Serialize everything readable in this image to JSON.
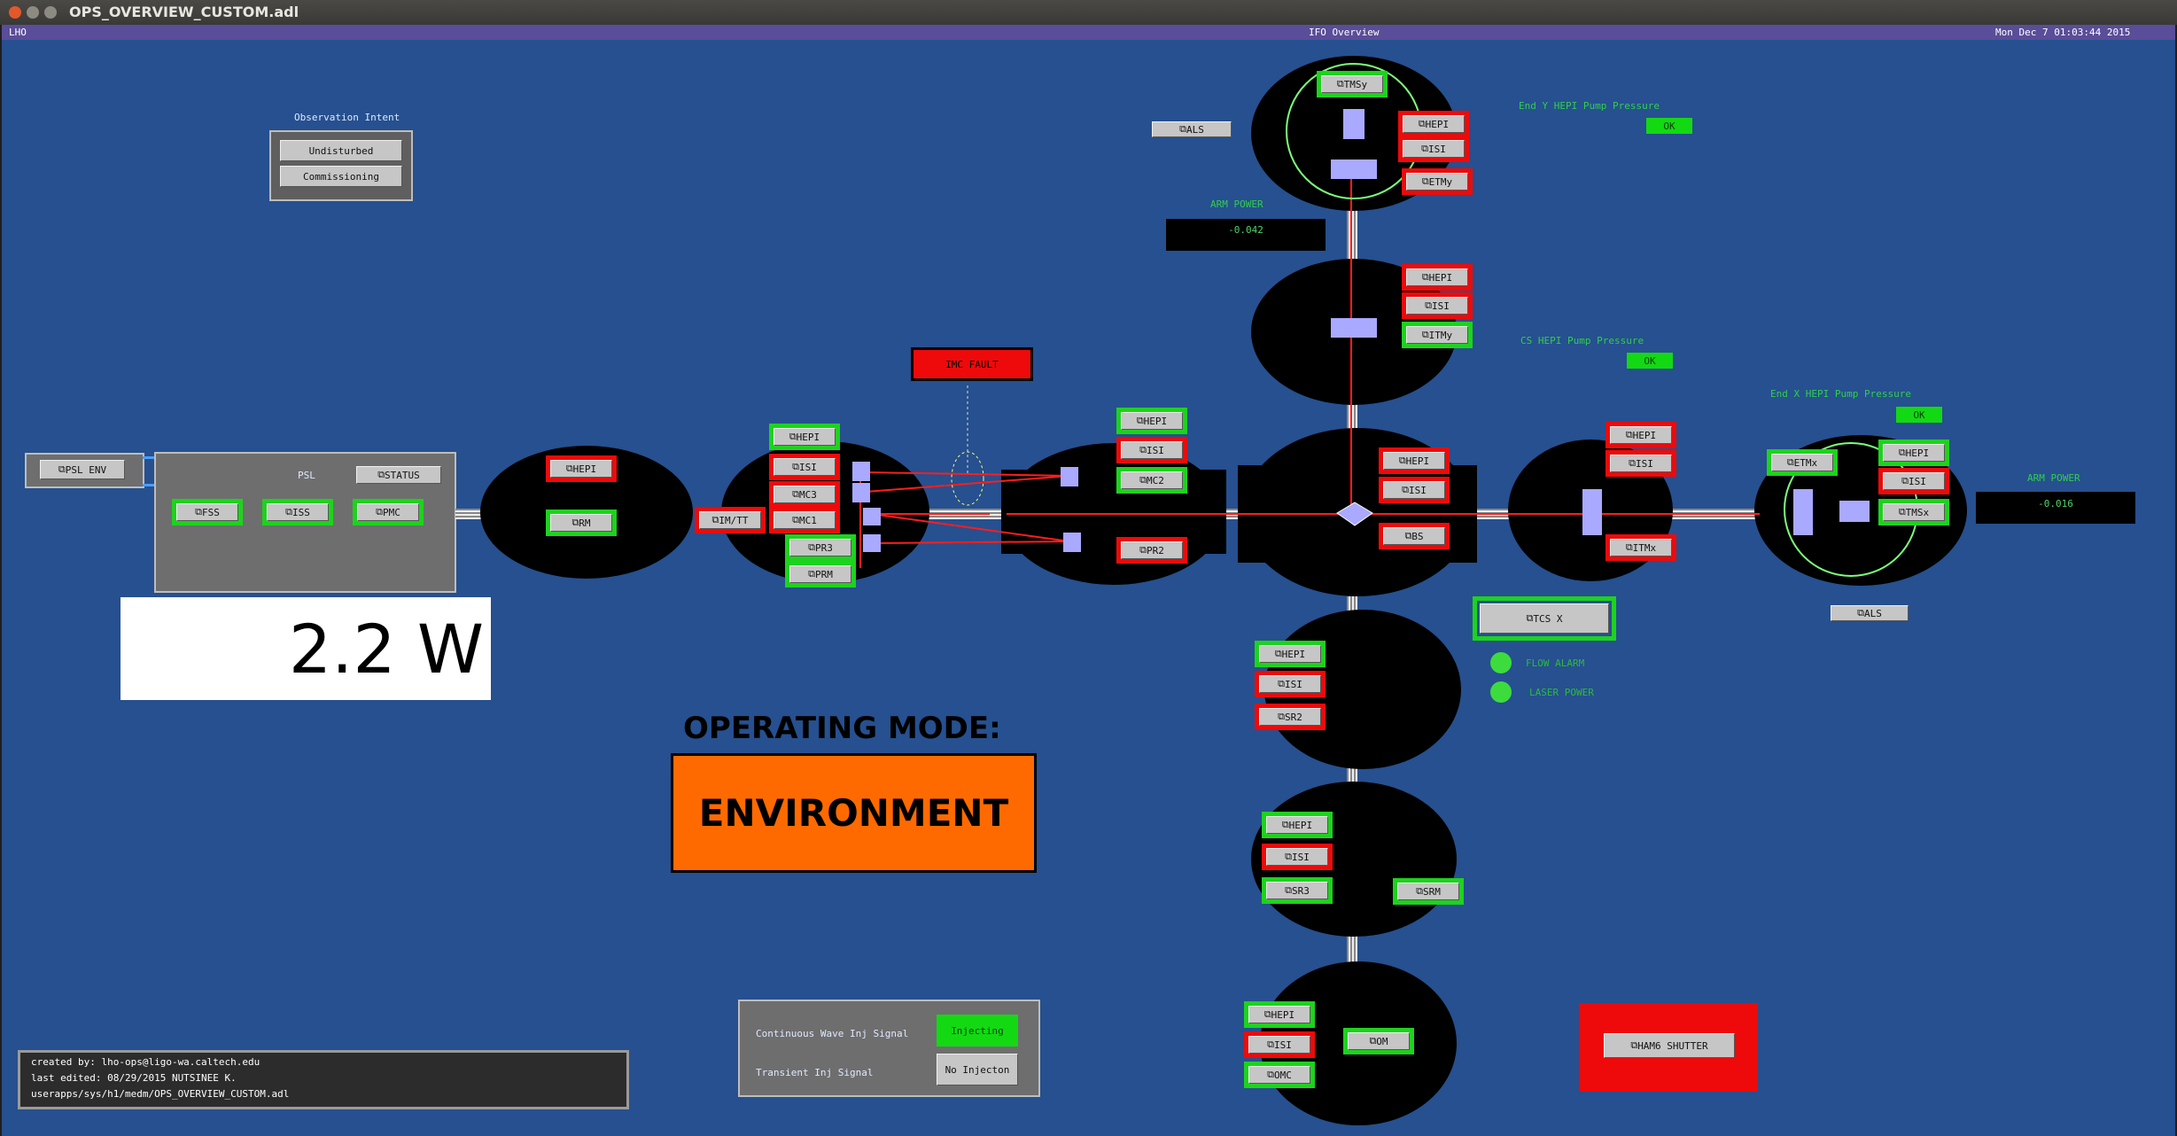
{
  "window": {
    "title": "OPS_OVERVIEW_CUSTOM.adl"
  },
  "header": {
    "site": "LHO",
    "screen_title": "IFO Overview",
    "timestamp": "Mon Dec  7 01:03:44 2015"
  },
  "observation": {
    "title": "Observation Intent",
    "undisturbed": "Undisturbed",
    "commissioning": "Commissioning"
  },
  "power_display": "2.2 W",
  "operating_mode": {
    "title": "OPERATING MODE:",
    "value": "ENVIRONMENT"
  },
  "credits": {
    "created_by": "created by: lho-ops@ligo-wa.caltech.edu",
    "last_edited": "last edited: 08/29/2015 NUTSINEE K.",
    "path": "userapps/sys/h1/medm/OPS_OVERVIEW_CUSTOM.adl"
  },
  "injection": {
    "cw_label": "Continuous Wave Inj Signal",
    "cw_state": "Injecting",
    "transient_label": "Transient Inj Signal",
    "transient_state": "No Injecton"
  },
  "psl": {
    "title": "PSL",
    "env": "PSL ENV",
    "status": "STATUS",
    "fss": "FSS",
    "iss": "ISS",
    "pmc": "PMC"
  },
  "buttons": {
    "hepi": "HEPI",
    "isi": "ISI",
    "rm": "RM",
    "im_tt": "IM/TT",
    "mc1": "MC1",
    "mc2": "MC2",
    "mc3": "MC3",
    "pr2": "PR2",
    "pr3": "PR3",
    "prm": "PRM",
    "bs": "BS",
    "itmx": "ITMx",
    "itmy": "ITMy",
    "etmx": "ETMx",
    "etmy": "ETMy",
    "tmsx": "TMSx",
    "tmsy": "TMSy",
    "als": "ALS",
    "sr2": "SR2",
    "sr3": "SR3",
    "srm": "SRM",
    "om": "OM",
    "omc": "OMC",
    "tcs_x": "TCS X",
    "ham6_shutter": "HAM6 SHUTTER"
  },
  "imc_fault": "IMC FAULT",
  "pump": {
    "endy": "End Y HEPI Pump Pressure",
    "cs": "CS HEPI Pump Pressure",
    "endx": "End X HEPI Pump Pressure",
    "ok": "OK"
  },
  "arm_power": {
    "label": "ARM POWER",
    "y_value": "-0.042",
    "x_value": "-0.016"
  },
  "tcs": {
    "flow_alarm": "FLOW ALARM",
    "laser_power": "LASER POWER"
  },
  "colors": {
    "background": "#26508f",
    "alarm_red": "#ee0a0a",
    "ok_green": "#1dd31d",
    "mode_orange": "#ff6a00",
    "header_purple": "#5a4d99"
  }
}
